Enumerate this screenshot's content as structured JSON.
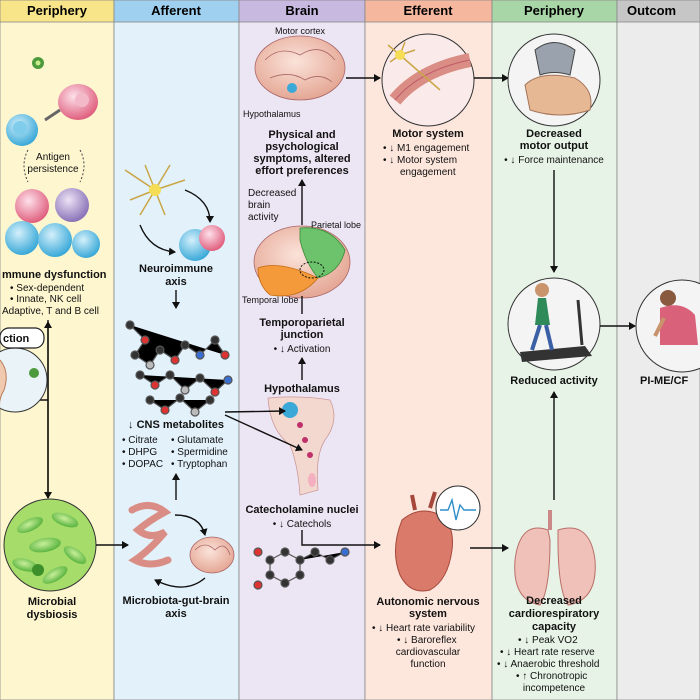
{
  "columns": {
    "periphery_left": "Periphery",
    "afferent": "Afferent",
    "brain": "Brain",
    "efferent": "Efferent",
    "periphery_right": "Periphery",
    "outcome": "Outcom"
  },
  "colors": {
    "periphery_bg": "#fdf6cf",
    "periphery_header": "#f8e58a",
    "afferent_bg": "#e3f1fb",
    "afferent_header": "#9fd0ef",
    "brain_bg": "#ece6f4",
    "brain_header": "#c7b9df",
    "efferent_bg": "#fde7dd",
    "efferent_header": "#f5b89f",
    "periphery2_bg": "#e6f3e6",
    "periphery2_header": "#a9d6a6",
    "outcome_bg": "#ececec",
    "outcome_header": "#c6c6c6"
  },
  "periphery_left": {
    "antigen": [
      "Antigen",
      "persistence"
    ],
    "immune_title": "mmune dysfunction",
    "immune_items": [
      "• Sex-dependent",
      "• Innate, NK cell",
      "Adaptive, T and B cell"
    ],
    "infection_label": "ction",
    "microbial": [
      "Microbial",
      "dysbiosis"
    ]
  },
  "afferent": {
    "neuroimmune": [
      "Neuroimmune",
      "axis"
    ],
    "cns_title": "↓ CNS metabolites",
    "cns_left": [
      "• Citrate",
      "• DHPG",
      "• DOPAC"
    ],
    "cns_right": [
      "• Glutamate",
      "• Spermidine",
      "• Tryptophan"
    ],
    "gut_brain": [
      "Microbiota-gut-brain",
      "axis"
    ]
  },
  "brain": {
    "motor_cortex": "Motor cortex",
    "hypothalamus_small": "Hypothalamus",
    "symptoms": [
      "Physical and",
      "psychological",
      "symptoms, altered",
      "effort preferences"
    ],
    "decreased_activity": [
      "Decreased",
      "brain",
      "activity"
    ],
    "parietal": "Parietal lobe",
    "temporal": "Temporal lobe",
    "tpj": [
      "Temporoparietal",
      "junction"
    ],
    "tpj_item": "• ↓ Activation",
    "hypothalamus": "Hypothalamus",
    "catecholamine": "Catecholamine nuclei",
    "catecholamine_item": "• ↓ Catechols"
  },
  "efferent": {
    "motor_system": "Motor system",
    "motor_items": [
      "• ↓ M1 engagement",
      "• ↓ Motor system",
      "engagement"
    ],
    "ans": [
      "Autonomic nervous",
      "system"
    ],
    "ans_items": [
      "• ↓ Heart rate variability",
      "• ↓ Baroreflex",
      "cardiovascular",
      "function"
    ]
  },
  "periphery_right": {
    "motor_output": [
      "Decreased",
      "motor output"
    ],
    "motor_output_item": "• ↓ Force maintenance",
    "reduced_activity": "Reduced activity",
    "cardio": [
      "Decreased",
      "cardiorespiratory",
      "capacity"
    ],
    "cardio_items": [
      "• ↓ Peak VO2",
      "• ↓ Heart rate reserve",
      "• ↓ Anaerobic threshold",
      "• ↑ Chronotropic",
      "incompetence"
    ]
  },
  "outcome": {
    "label": "PI-ME/CF"
  }
}
